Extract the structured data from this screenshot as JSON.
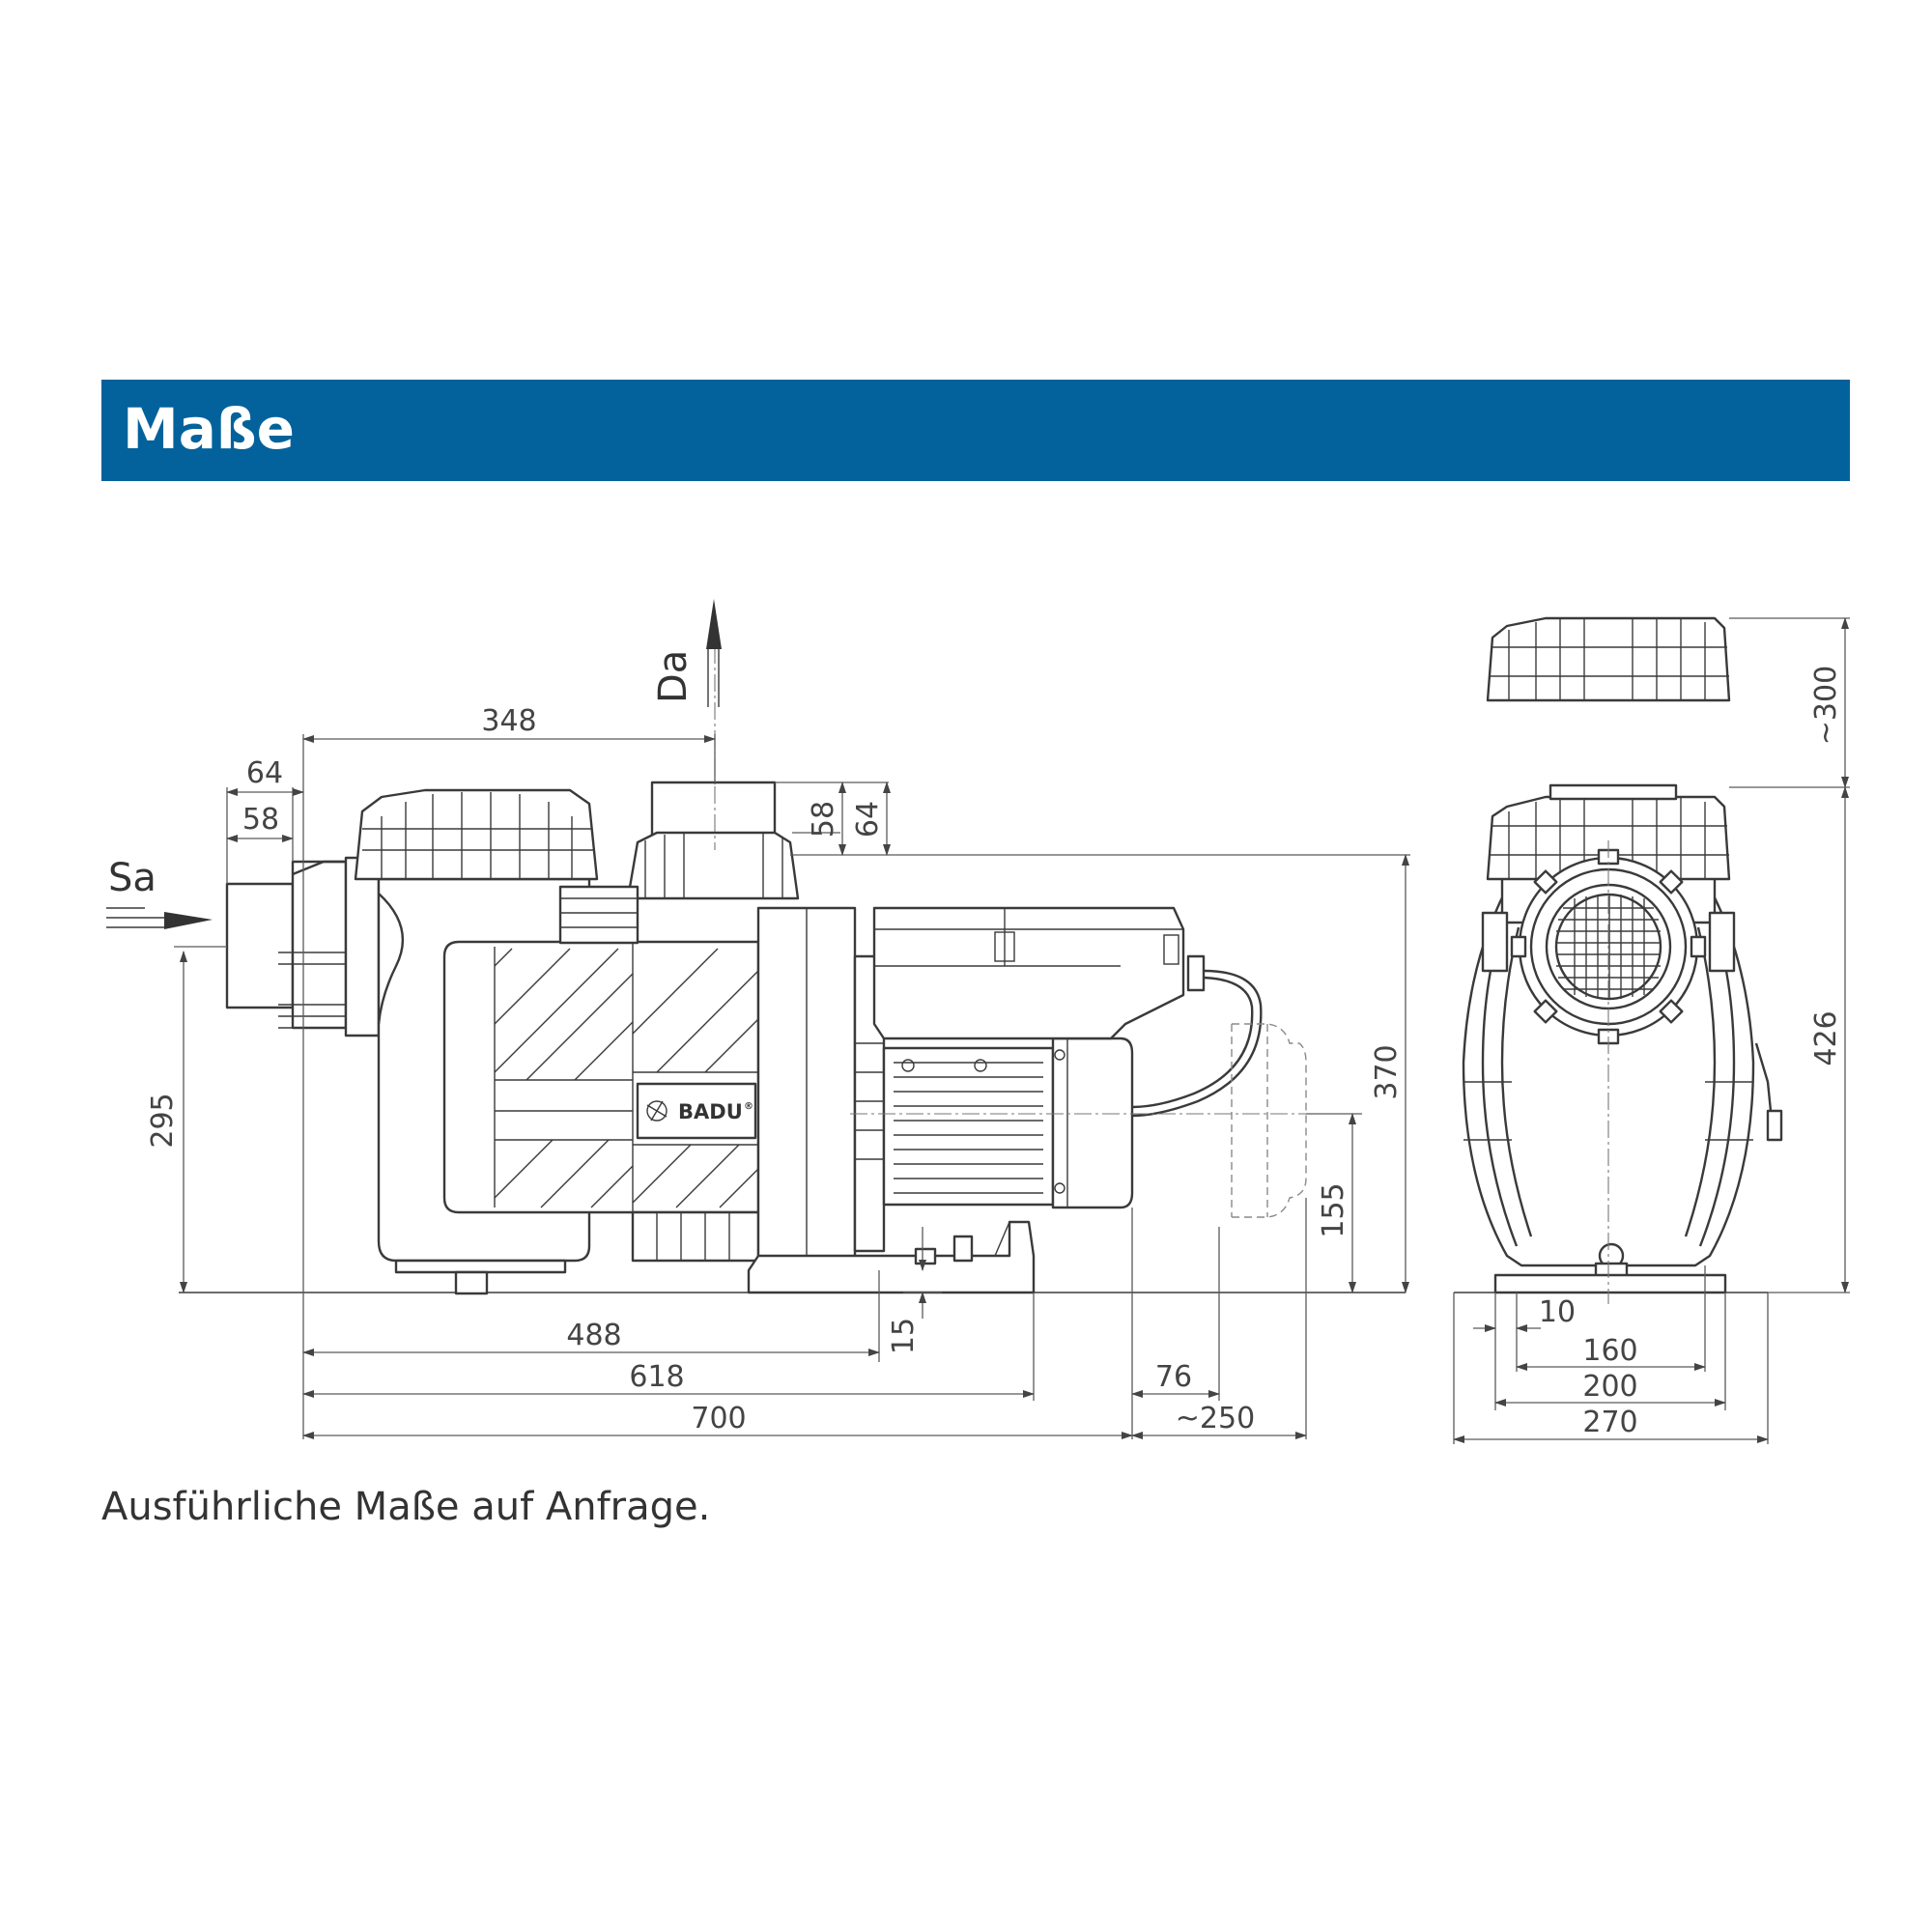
{
  "header": {
    "title": "Maße"
  },
  "footnote": "Ausführliche Maße auf Anfrage.",
  "labels": {
    "suction": "Sa",
    "discharge": "Da",
    "brand": "BADU",
    "brand_mark": "®"
  },
  "side_view_dimensions": {
    "d348": "348",
    "d64_top": "64",
    "d58_top": "58",
    "d58_outlet": "58",
    "d64_outlet": "64",
    "d295": "295",
    "d370": "370",
    "d155": "155",
    "d15": "15",
    "d488": "488",
    "d618": "618",
    "d700": "700",
    "d76": "76",
    "d250": "~250"
  },
  "front_view_dimensions": {
    "d300": "~300",
    "d426": "426",
    "d10": "10",
    "d160": "160",
    "d200": "200",
    "d270": "270"
  },
  "colors": {
    "banner": "#03629b",
    "banner_text": "#ffffff",
    "line": "#3a3a3a",
    "text": "#333333"
  }
}
